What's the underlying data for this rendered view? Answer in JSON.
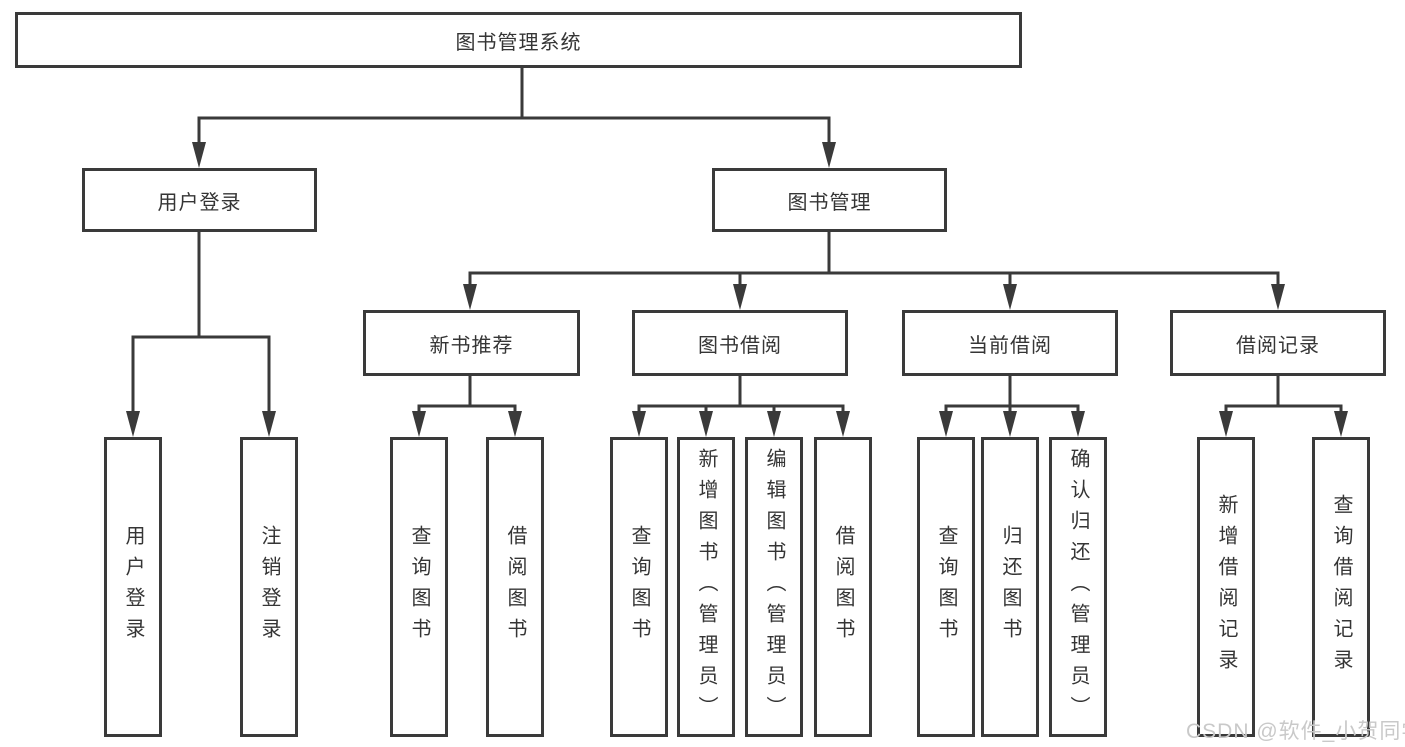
{
  "diagram": {
    "root": {
      "label": "图书管理系统"
    },
    "level2": [
      {
        "label": "用户登录"
      },
      {
        "label": "图书管理"
      }
    ],
    "level3": [
      {
        "label": "新书推荐"
      },
      {
        "label": "图书借阅"
      },
      {
        "label": "当前借阅"
      },
      {
        "label": "借阅记录"
      }
    ],
    "leaves": {
      "login": [
        "用户登录",
        "注销登录"
      ],
      "new_book": [
        "查询图书",
        "借阅图书"
      ],
      "borrow": [
        "查询图书",
        "新增图书（管理员）",
        "编辑图书（管理员）",
        "借阅图书"
      ],
      "current": [
        "查询图书",
        "归还图书",
        "确认归还（管理员）"
      ],
      "records": [
        "新增借阅记录",
        "查询借阅记录"
      ]
    }
  },
  "watermark": "CSDN @软件_小贺同学",
  "colors": {
    "line": "#3a3a3a",
    "text": "#353535",
    "background": "#ffffff",
    "watermark": "#c9c9c9"
  }
}
